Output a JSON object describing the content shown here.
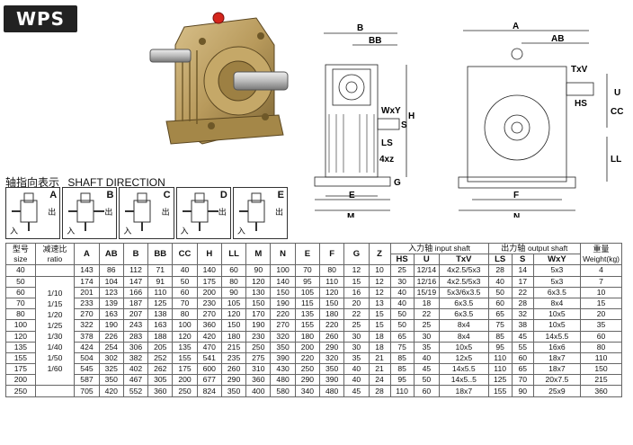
{
  "logo": "WPS",
  "shaft_direction": {
    "title_cn": "轴指向表示",
    "title_en": "SHAFT DIRECTION",
    "panels": [
      {
        "letter": "A",
        "in_label": "入",
        "out_label": "出"
      },
      {
        "letter": "B",
        "in_label": "入",
        "out_label": "出"
      },
      {
        "letter": "C",
        "in_label": "入",
        "out_label": "出"
      },
      {
        "letter": "D",
        "in_label": "入",
        "out_label": "出"
      },
      {
        "letter": "E",
        "in_label": "入",
        "out_label": "出"
      }
    ]
  },
  "drawing_labels": {
    "left": {
      "B": "B",
      "BB": "BB",
      "WxY": "WxY",
      "S": "S",
      "H": "H",
      "LS": "LS",
      "Z": "4xz",
      "G": "G",
      "E": "E",
      "M": "M"
    },
    "right": {
      "A": "A",
      "AB": "AB",
      "TxV": "TxV",
      "HS": "HS",
      "U": "U",
      "CC": "CC",
      "LL": "LL",
      "F": "F",
      "N": "N"
    }
  },
  "table": {
    "headers": {
      "model_cn": "型号",
      "model_en": "size",
      "ratio_cn": "减速比",
      "ratio_en": "ratio",
      "input_cn": "入力轴",
      "input_en": "input shaft",
      "output_cn": "出力轴",
      "output_en": "output shaft",
      "weight_cn": "重量",
      "weight_en": "Weight(kg)"
    },
    "dim_cols": [
      "A",
      "AB",
      "B",
      "BB",
      "CC",
      "H",
      "LL",
      "M",
      "N",
      "E",
      "F",
      "G",
      "Z"
    ],
    "input_cols": [
      "HS",
      "U",
      "TxV"
    ],
    "output_cols": [
      "LS",
      "S",
      "WxY"
    ],
    "ratios": [
      "1/10",
      "1/15",
      "1/20",
      "1/25",
      "1/30",
      "1/40",
      "1/50",
      "1/60"
    ],
    "rows": [
      {
        "size": "40",
        "d": [
          "143",
          "86",
          "112",
          "71",
          "40",
          "140",
          "60",
          "90",
          "100",
          "70",
          "80",
          "12",
          "10"
        ],
        "i": [
          "25",
          "12/14",
          "4x2.5/5x3"
        ],
        "o": [
          "28",
          "14",
          "5x3"
        ],
        "w": "4"
      },
      {
        "size": "50",
        "d": [
          "174",
          "104",
          "147",
          "91",
          "50",
          "175",
          "80",
          "120",
          "140",
          "95",
          "110",
          "15",
          "12"
        ],
        "i": [
          "30",
          "12/16",
          "4x2.5/5x3"
        ],
        "o": [
          "40",
          "17",
          "5x3"
        ],
        "w": "7"
      },
      {
        "size": "60",
        "d": [
          "201",
          "123",
          "166",
          "110",
          "60",
          "200",
          "90",
          "130",
          "150",
          "105",
          "120",
          "16",
          "12"
        ],
        "i": [
          "40",
          "15/19",
          "5x3/6x3.5"
        ],
        "o": [
          "50",
          "22",
          "6x3.5"
        ],
        "w": "10"
      },
      {
        "size": "70",
        "d": [
          "233",
          "139",
          "187",
          "125",
          "70",
          "230",
          "105",
          "150",
          "190",
          "115",
          "150",
          "20",
          "13"
        ],
        "i": [
          "40",
          "18",
          "6x3.5"
        ],
        "o": [
          "60",
          "28",
          "8x4"
        ],
        "w": "15"
      },
      {
        "size": "80",
        "d": [
          "270",
          "163",
          "207",
          "138",
          "80",
          "270",
          "120",
          "170",
          "220",
          "135",
          "180",
          "22",
          "15"
        ],
        "i": [
          "50",
          "22",
          "6x3.5"
        ],
        "o": [
          "65",
          "32",
          "10x5"
        ],
        "w": "20"
      },
      {
        "size": "100",
        "d": [
          "322",
          "190",
          "243",
          "163",
          "100",
          "360",
          "150",
          "190",
          "270",
          "155",
          "220",
          "25",
          "15"
        ],
        "i": [
          "50",
          "25",
          "8x4"
        ],
        "o": [
          "75",
          "38",
          "10x5"
        ],
        "w": "35"
      },
      {
        "size": "120",
        "d": [
          "378",
          "226",
          "283",
          "188",
          "120",
          "420",
          "180",
          "230",
          "320",
          "180",
          "260",
          "30",
          "18"
        ],
        "i": [
          "65",
          "30",
          "8x4"
        ],
        "o": [
          "85",
          "45",
          "14x5.5"
        ],
        "w": "60"
      },
      {
        "size": "135",
        "d": [
          "424",
          "254",
          "306",
          "205",
          "135",
          "470",
          "215",
          "250",
          "350",
          "200",
          "290",
          "30",
          "18"
        ],
        "i": [
          "75",
          "35",
          "10x5"
        ],
        "o": [
          "95",
          "55",
          "16x6"
        ],
        "w": "80"
      },
      {
        "size": "155",
        "d": [
          "504",
          "302",
          "382",
          "252",
          "155",
          "541",
          "235",
          "275",
          "390",
          "220",
          "320",
          "35",
          "21"
        ],
        "i": [
          "85",
          "40",
          "12x5"
        ],
        "o": [
          "110",
          "60",
          "18x7"
        ],
        "w": "110"
      },
      {
        "size": "175",
        "d": [
          "545",
          "325",
          "402",
          "262",
          "175",
          "600",
          "260",
          "310",
          "430",
          "250",
          "350",
          "40",
          "21"
        ],
        "i": [
          "85",
          "45",
          "14x5.5"
        ],
        "o": [
          "110",
          "65",
          "18x7"
        ],
        "w": "150"
      },
      {
        "size": "200",
        "d": [
          "587",
          "350",
          "467",
          "305",
          "200",
          "677",
          "290",
          "360",
          "480",
          "290",
          "390",
          "40",
          "24"
        ],
        "i": [
          "95",
          "50",
          "14x5..5"
        ],
        "o": [
          "125",
          "70",
          "20x7.5"
        ],
        "w": "215"
      },
      {
        "size": "250",
        "d": [
          "705",
          "420",
          "552",
          "360",
          "250",
          "824",
          "350",
          "400",
          "580",
          "340",
          "480",
          "45",
          "28"
        ],
        "i": [
          "110",
          "60",
          "18x7"
        ],
        "o": [
          "155",
          "90",
          "25x9"
        ],
        "w": "360"
      }
    ]
  },
  "colors": {
    "bronze": "#b89a5c",
    "bronze_dark": "#7d6534",
    "shaft": "#c9c9c9",
    "red_cap": "#d4251c"
  }
}
